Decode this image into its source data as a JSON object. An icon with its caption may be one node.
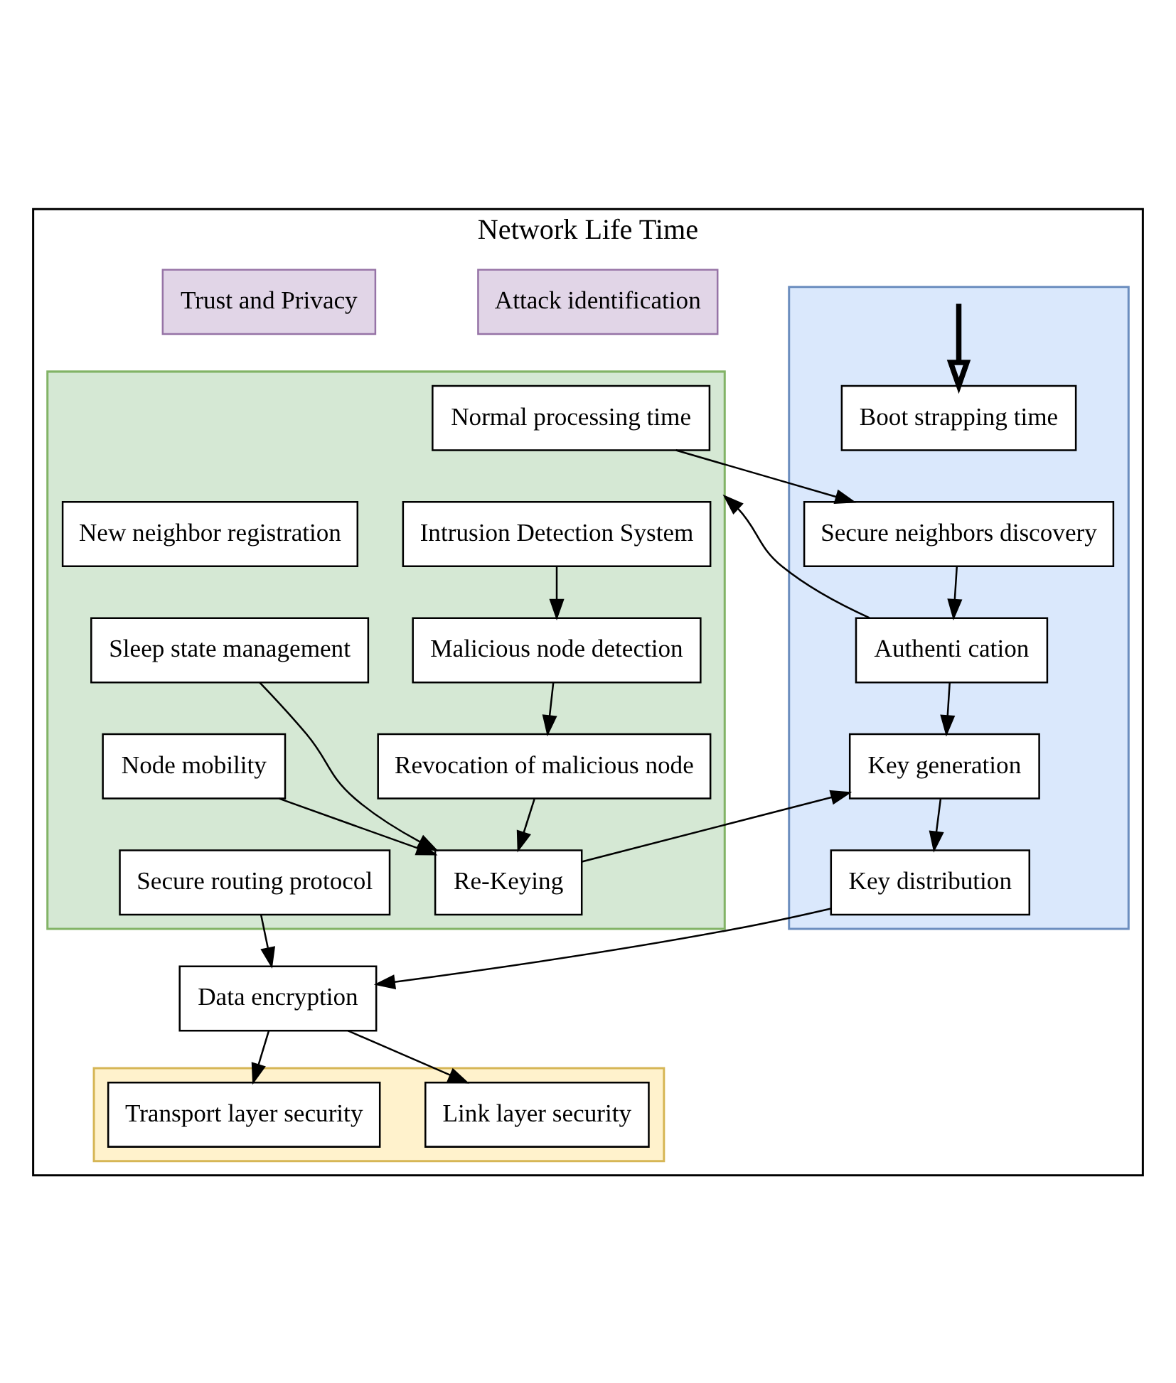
{
  "diagram": {
    "nodes": [
      {
        "text": [
          "Network Life Time"
        ]
      },
      {
        "text": [],
        "shape": "box",
        "in": 0
      },
      {
        "text": [
          "Boot strapping time"
        ],
        "in": 1
      },
      {
        "text": [
          "Secure neighbors discovery"
        ],
        "in": 1
      },
      {
        "text": [
          "Authenti cation"
        ],
        "in": 1
      },
      {
        "text": [
          "Key generation"
        ],
        "in": 1
      },
      {
        "text": [
          "Key distribution"
        ],
        "in": 1
      },
      {
        "text": [
          "Data encryption"
        ],
        "in": 0
      },
      {
        "text": [],
        "shape": "box",
        "in": 0
      },
      {
        "text": [
          "Normal processing time"
        ],
        "in": 8
      },
      {
        "text": [
          "Intrusion Detection System"
        ],
        "in": 8
      },
      {
        "text": [
          "New neighbor registration"
        ],
        "in": 8
      },
      {
        "text": [
          "Malicious node detection"
        ],
        "in": 8
      },
      {
        "text": [
          "Sleep state management"
        ],
        "in": 8
      },
      {
        "text": [
          "Node mobility"
        ],
        "in": 8
      },
      {
        "text": [
          "Revocation of malicious node"
        ],
        "in": 8
      },
      {
        "text": [
          "Secure routing protocol"
        ],
        "in": 8
      },
      {
        "text": [
          "Re-Keying"
        ],
        "in": 8
      },
      {
        "text": [],
        "shape": "box",
        "in": 0
      },
      {
        "text": [
          "Link layer security"
        ],
        "in": 18
      },
      {
        "text": [
          "Transport layer security"
        ],
        "in": 18
      },
      {
        "text": [
          "Attack identification"
        ],
        "in": 0
      },
      {
        "text": [
          "Trust and Privacy"
        ],
        "in": 0
      }
    ],
    "edges": [
      {
        "from": null,
        "to": 2,
        "arrow": "to",
        "style": "thick"
      },
      {
        "from": 9,
        "to": 3,
        "arrow": "to"
      },
      {
        "from": 3,
        "to": 4,
        "arrow": "to"
      },
      {
        "from": 4,
        "to": 5,
        "arrow": "to"
      },
      {
        "from": 5,
        "to": 6,
        "arrow": "to"
      },
      {
        "from": 6,
        "to": 7,
        "arrow": "to"
      },
      {
        "from": 4,
        "to": 8,
        "arrow": "to"
      },
      {
        "from": 10,
        "to": 12,
        "arrow": "to"
      },
      {
        "from": 12,
        "to": 15,
        "arrow": "to"
      },
      {
        "from": 15,
        "to": 17,
        "arrow": "to"
      },
      {
        "from": 17,
        "to": 5,
        "arrow": "to"
      },
      {
        "from": 13,
        "to": 17,
        "arrow": "to"
      },
      {
        "from": 14,
        "to": 17,
        "arrow": "to"
      },
      {
        "from": 16,
        "to": 7,
        "arrow": "to"
      },
      {
        "from": 7,
        "to": 19,
        "arrow": "to"
      },
      {
        "from": 7,
        "to": 20,
        "arrow": "to"
      }
    ]
  }
}
